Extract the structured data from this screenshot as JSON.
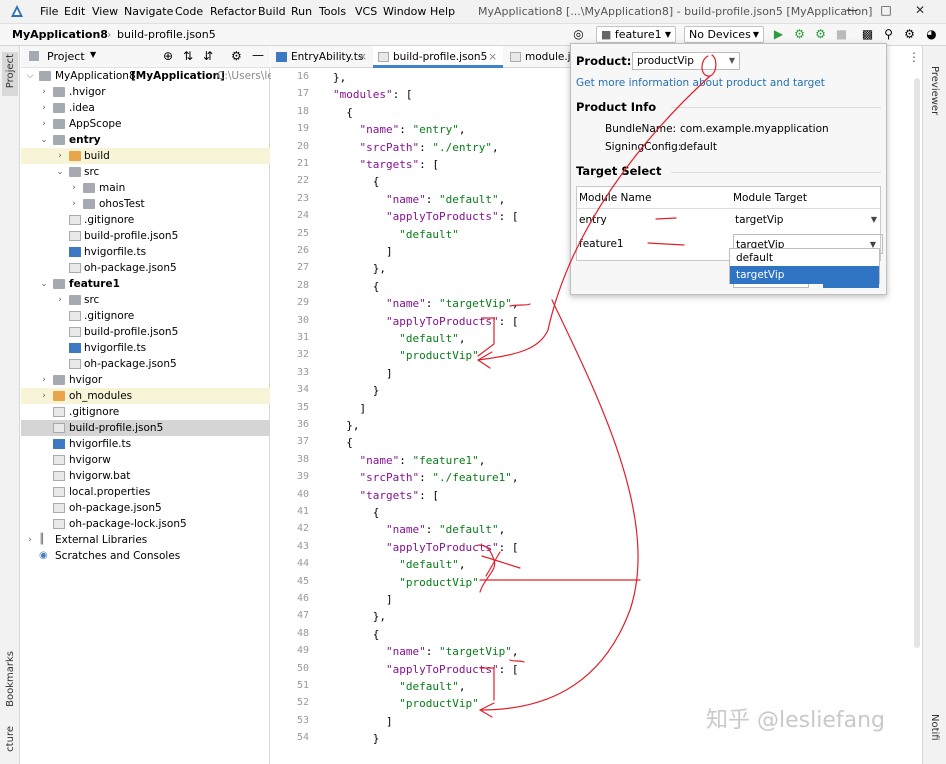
{
  "app": {
    "menu": [
      "File",
      "Edit",
      "View",
      "Navigate",
      "Code",
      "Refactor",
      "Build",
      "Run",
      "Tools",
      "VCS",
      "Window",
      "Help"
    ],
    "window_title": "MyApplication8 [...\\MyApplication8] - build-profile.json5 [MyApplication]"
  },
  "navbar": {
    "project": "MyApplication8",
    "file": "build-profile.json5",
    "module_select": "feature1",
    "device_select": "No Devices"
  },
  "left_strip": {
    "project_label": "Project",
    "bookmarks_label": "Bookmarks",
    "structure_label": "cture"
  },
  "right_strip": {
    "previewer_label": "Previewer",
    "notifications_label": "Notifi"
  },
  "project_panel": {
    "title": "Project",
    "tree": [
      {
        "name": "MyApplication8",
        "extra": "[MyApplication]",
        "path": "C:\\Users\\les"
      },
      {
        "name": ".hvigor"
      },
      {
        "name": ".idea"
      },
      {
        "name": "AppScope"
      },
      {
        "name": "entry"
      },
      {
        "name": "build"
      },
      {
        "name": "src"
      },
      {
        "name": "main"
      },
      {
        "name": "ohosTest"
      },
      {
        "name": ".gitignore"
      },
      {
        "name": "build-profile.json5"
      },
      {
        "name": "hvigorfile.ts"
      },
      {
        "name": "oh-package.json5"
      },
      {
        "name": "feature1"
      },
      {
        "name": "src"
      },
      {
        "name": ".gitignore"
      },
      {
        "name": "build-profile.json5"
      },
      {
        "name": "hvigorfile.ts"
      },
      {
        "name": "oh-package.json5"
      },
      {
        "name": "hvigor"
      },
      {
        "name": "oh_modules"
      },
      {
        "name": ".gitignore"
      },
      {
        "name": "build-profile.json5"
      },
      {
        "name": "hvigorfile.ts"
      },
      {
        "name": "hvigorw"
      },
      {
        "name": "hvigorw.bat"
      },
      {
        "name": "local.properties"
      },
      {
        "name": "oh-package.json5"
      },
      {
        "name": "oh-package-lock.json5"
      },
      {
        "name": "External Libraries"
      },
      {
        "name": "Scratches and Consoles"
      }
    ]
  },
  "tabs": [
    "EntryAbility.ts",
    "build-profile.json5",
    "module.json"
  ],
  "editor": {
    "line_numbers": [
      "16",
      "17",
      "18",
      "19",
      "20",
      "21",
      "22",
      "23",
      "24",
      "25",
      "26",
      "27",
      "28",
      "29",
      "30",
      "31",
      "32",
      "33",
      "34",
      "35",
      "36",
      "37",
      "38",
      "39",
      "40",
      "41",
      "42",
      "43",
      "44",
      "45",
      "46",
      "47",
      "48",
      "49",
      "50",
      "51",
      "52",
      "53",
      "54"
    ],
    "lines": [
      "},",
      "\"modules\": [",
      "  {",
      "    \"name\": \"entry\",",
      "    \"srcPath\": \"./entry\",",
      "    \"targets\": [",
      "      {",
      "        \"name\": \"default\",",
      "        \"applyToProducts\": [",
      "          \"default\"",
      "        ]",
      "      },",
      "      {",
      "        \"name\": \"targetVip\",",
      "        \"applyToProducts\": [",
      "          \"default\",",
      "          \"productVip\"",
      "        ]",
      "      }",
      "    ]",
      "  },",
      "  {",
      "    \"name\": \"feature1\",",
      "    \"srcPath\": \"./feature1\",",
      "    \"targets\": [",
      "      {",
      "        \"name\": \"default\",",
      "        \"applyToProducts\": [",
      "          \"default\",",
      "          \"productVip\"",
      "        ]",
      "      },",
      "      {",
      "        \"name\": \"targetVip\",",
      "        \"applyToProducts\": [",
      "          \"default\",",
      "          \"productVip\"",
      "        ]",
      "      }"
    ]
  },
  "popup": {
    "product_label": "Product:",
    "product_value": "productVip",
    "info_link": "Get more information about product and target",
    "product_info_title": "Product Info",
    "bundle_label": "BundleName:",
    "bundle_value": "com.example.myapplication",
    "signing_label": "SigningConfig:",
    "signing_value": "default",
    "target_select_title": "Target Select",
    "col_module": "Module Name",
    "col_target": "Module Target",
    "rows": [
      {
        "module": "entry",
        "target": "targetVip"
      },
      {
        "module": "feature1",
        "target": "targetVip"
      }
    ],
    "dropdown_options": [
      "default",
      "targetVip"
    ]
  },
  "watermark": "知乎 @lesliefang",
  "colors": {
    "annotation": "#e0202a",
    "selection": "#2e74c3",
    "link": "#2470b3"
  }
}
